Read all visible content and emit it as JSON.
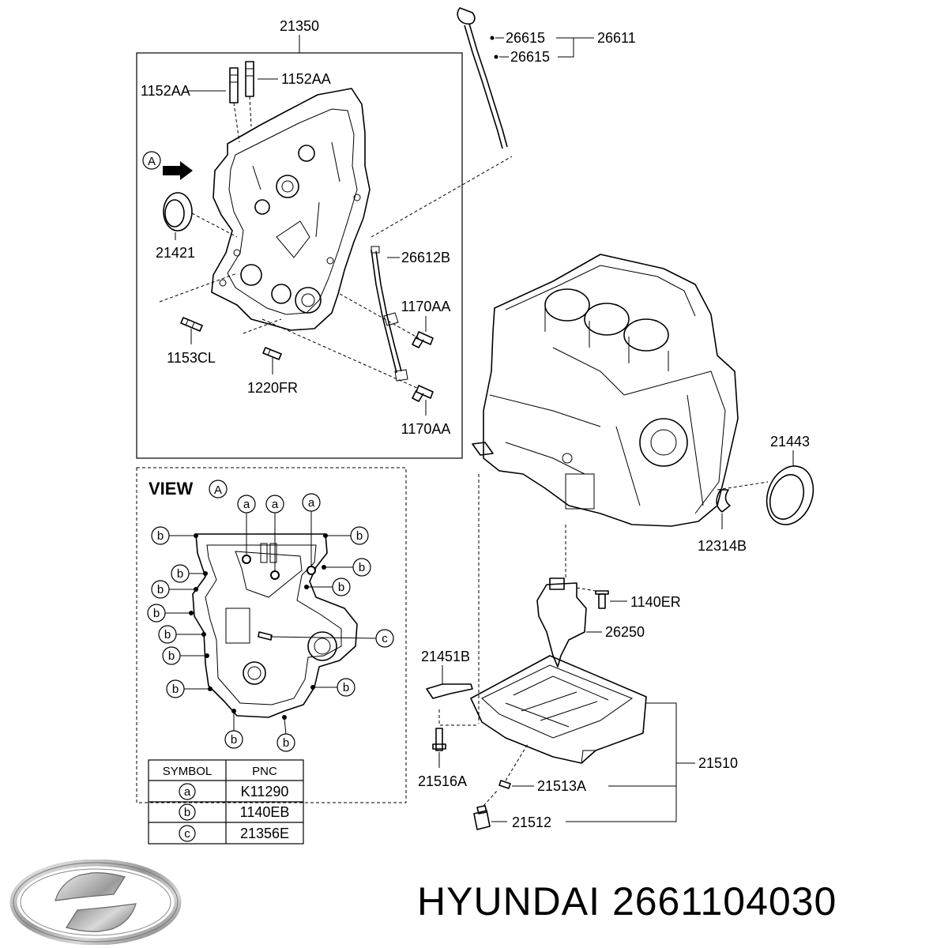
{
  "brand": {
    "name": "HYUNDAI",
    "part_number": "2661104030",
    "logo": "hyundai-logo"
  },
  "upper_box": {
    "group_label": "21350",
    "view_marker": "A",
    "labels": [
      "1152AA",
      "1152AA",
      "21421",
      "1153CL",
      "1220FR",
      "26612B",
      "1170AA",
      "1170AA"
    ]
  },
  "dipstick": {
    "labels": [
      "26615",
      "26615",
      "26611"
    ]
  },
  "view_box": {
    "title": "VIEW",
    "marker": "A",
    "table": {
      "headers": [
        "SYMBOL",
        "PNC"
      ],
      "rows": [
        {
          "symbol": "a",
          "pnc": "K11290"
        },
        {
          "symbol": "b",
          "pnc": "1140EB"
        },
        {
          "symbol": "c",
          "pnc": "21356E"
        }
      ]
    }
  },
  "block_labels": [
    "21443",
    "12314B",
    "1140ER",
    "26250",
    "21451B",
    "21510",
    "21516A",
    "21513A",
    "21512"
  ]
}
